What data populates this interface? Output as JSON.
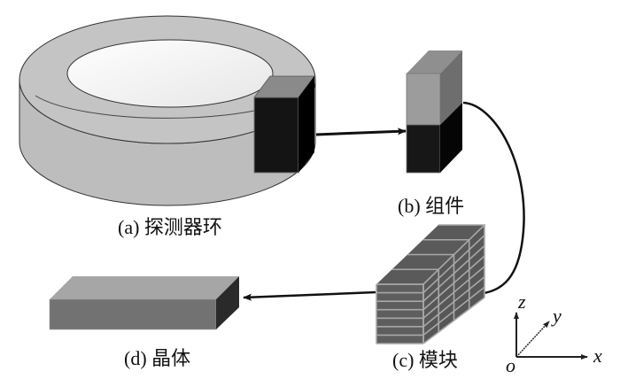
{
  "diagram": {
    "title": "PET detector hierarchy",
    "parts": {
      "ring": {
        "label": "(a) 探测器环"
      },
      "block": {
        "label": "(b) 组件"
      },
      "module": {
        "label": "(c) 模块"
      },
      "crystal": {
        "label": "(d) 晶体"
      }
    },
    "axes": {
      "x": "x",
      "y": "y",
      "z": "z",
      "origin": "o"
    },
    "colors": {
      "ring_top": "#c2c2c2",
      "ring_side": "#bfbfbf",
      "ring_hole": "#f2f2f2",
      "dark": "#111111",
      "mid_gray": "#8c8c8c",
      "module_face": "#5e5e5e",
      "module_line": "#a8a8a8",
      "crystal_top": "#a3a3a3",
      "crystal_front": "#707070",
      "crystal_side": "#2a2a2a"
    },
    "module_grid": {
      "rows": 7,
      "cols": 4
    }
  }
}
